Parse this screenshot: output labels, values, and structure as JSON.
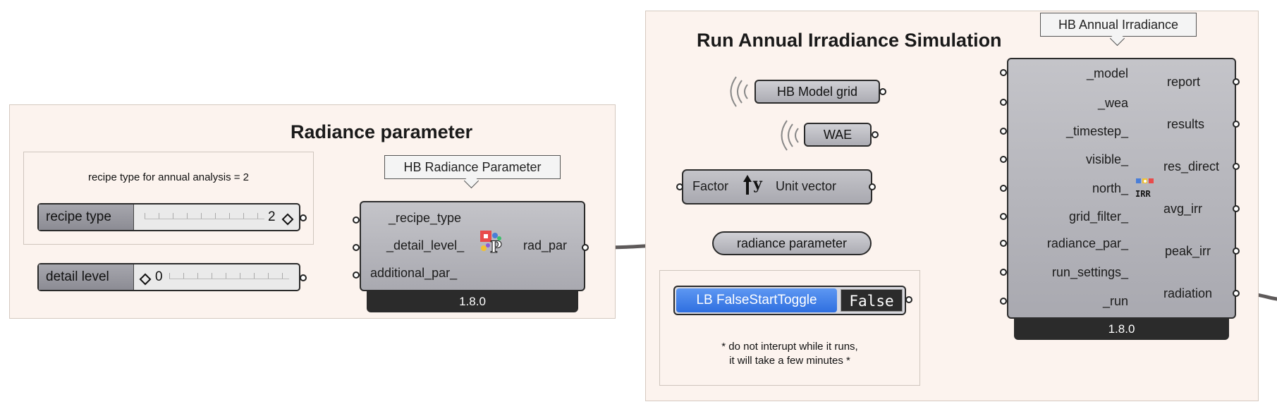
{
  "groups": {
    "left": {
      "title": "Radiance parameter",
      "note": "recipe type for annual analysis = 2"
    },
    "right": {
      "title": "Run Annual Irradiance Simulation",
      "note": "* do not interupt while it runs,\nit will take a few minutes *"
    }
  },
  "rad_param_component": {
    "tooltip": "HB Radiance Parameter",
    "inputs": [
      "_recipe_type",
      "_detail_level_",
      "additional_par_"
    ],
    "output": "rad_par",
    "version": "1.8.0",
    "icon": "radiance-parameter-icon"
  },
  "annual_irr_component": {
    "tooltip": "HB Annual Irradiance",
    "inputs": [
      "_model",
      "_wea",
      "_timestep_",
      "visible_",
      "north_",
      "grid_filter_",
      "radiance_par_",
      "run_settings_",
      "_run"
    ],
    "outputs": [
      "report",
      "results",
      "res_direct",
      "avg_irr",
      "peak_irr",
      "radiation"
    ],
    "version": "1.8.0",
    "icon": "irr-icon",
    "icon_text": "IRR"
  },
  "sliders": {
    "recipe": {
      "label": "recipe type",
      "value": "2"
    },
    "detail": {
      "label": "detail level",
      "value": "0"
    }
  },
  "params": {
    "model": "HB Model grid",
    "wea": "WAE",
    "radiance": "radiance parameter"
  },
  "vector": {
    "input": "Factor",
    "output": "Unit vector",
    "icon": "unit-y-vector-icon",
    "glyph": "y"
  },
  "toggle": {
    "label": "LB FalseStartToggle",
    "value": "False"
  },
  "colors": {
    "group_fill": "#fcf3ee",
    "component": "#b5b5bb",
    "toggle": "#3a7be8",
    "wire": "#5e5a5a"
  }
}
